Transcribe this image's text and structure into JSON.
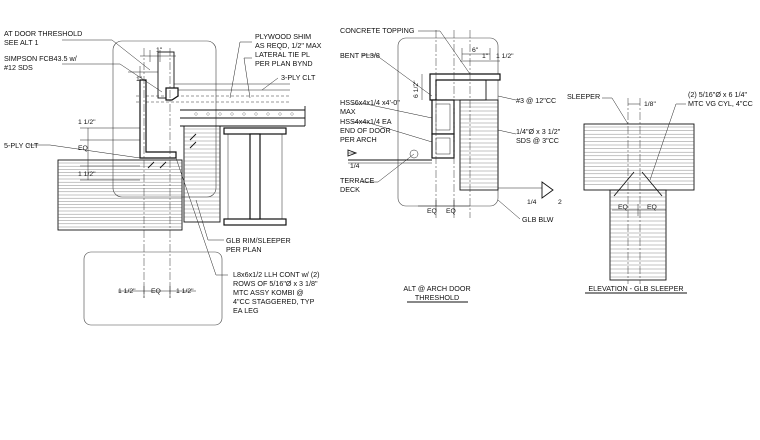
{
  "detail_left": {
    "notes": {
      "threshold": [
        "AT DOOR THRESHOLD",
        "SEE ALT 1"
      ],
      "simpson": [
        "SIMPSON FCB43.5 w/",
        "#12 SDS"
      ],
      "plywood": [
        "PLYWOOD SHIM",
        "AS REQD, 1/2\" MAX"
      ],
      "tie": [
        "LATERAL TIE PL",
        "PER PLAN BYND"
      ],
      "clt3": "3-PLY CLT",
      "clt5": "5-PLY CLT",
      "glb_rim": [
        "GLB RIM/SLEEPER",
        "PER PLAN"
      ],
      "angle": [
        "L8x6x1/2 LLH CONT w/ (2)",
        "ROWS OF 5/16\"Ø x 3 1/8\"",
        "MTC ASSY KOMBI @",
        "4\"CC STAGGERED, TYP",
        "EA LEG"
      ]
    },
    "dims": {
      "top": "1\"",
      "side": "1\"",
      "vert_a": "1 1/2\"",
      "eq_v": "EQ",
      "vert_b": "1 1/2\"",
      "bot_left": "1 1/2\"",
      "bot_eq": "EQ",
      "bot_right": "1 1/2\""
    }
  },
  "detail_mid": {
    "notes": {
      "topping": "CONCRETE TOPPING",
      "bent": "BENT PL3/8",
      "hss6": [
        "HSS6x4x1/4 x4'-0\"",
        "MAX"
      ],
      "hss4": [
        "HSS4x4x1/4 EA",
        "END OF DOOR",
        "PER ARCH"
      ],
      "deck": [
        "TERRACE",
        "DECK"
      ],
      "rebar": "#3 @ 12\"CC",
      "sds": [
        "1/4\"Ø x 3 1/2\"",
        "SDS @ 3\"CC"
      ],
      "glb": "GLB BLW"
    },
    "dims": {
      "six": "6\"",
      "one": "1\"",
      "half": "1 1/2\"",
      "vert": "6 1/2\"",
      "slope_l": "1/4",
      "slope_r": "1/4",
      "slope_num": "2",
      "eq1": "EQ",
      "eq2": "EQ"
    },
    "title": [
      "ALT @ ARCH DOOR",
      "THRESHOLD"
    ]
  },
  "detail_right": {
    "notes": {
      "sleeper": "SLEEPER",
      "screws": [
        "(2) 5/16\"Ø x 6 1/4\"",
        "MTC VG CYL, 4\"CC"
      ]
    },
    "dims": {
      "eighth": "1/8\"",
      "eq1": "EQ",
      "eq2": "EQ"
    },
    "title": "ELEVATION - GLB SLEEPER"
  }
}
